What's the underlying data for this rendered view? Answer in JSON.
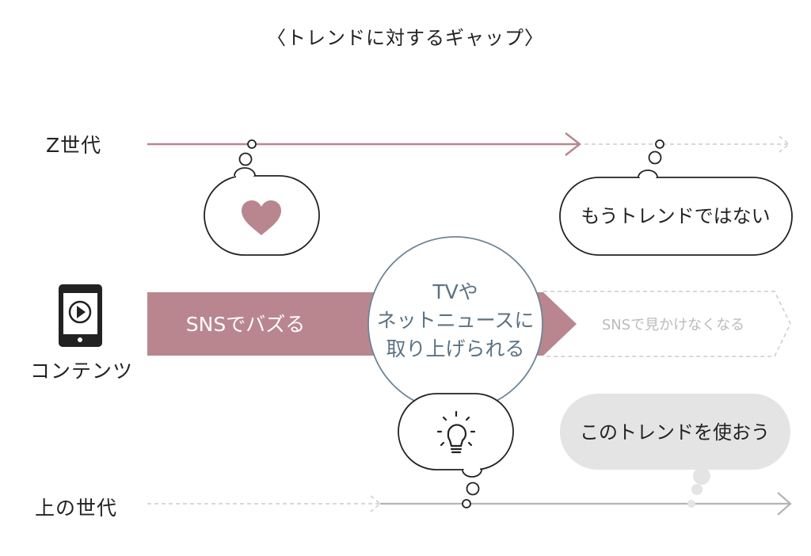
{
  "title": "〈トレンドに対するギャップ〉",
  "rows": {
    "gen_z": "Z世代",
    "contents": "コンテンツ",
    "older": "上の世代"
  },
  "contents_flow": {
    "stage1": "SNSでバズる",
    "stage2": [
      "TVや",
      "ネットニュースに",
      "取り上げられる"
    ],
    "stage3": "SNSで見かけなくなる"
  },
  "bubbles": {
    "gen_z_early_icon": "heart-icon",
    "gen_z_late": "もうトレンドではない",
    "older_early_icon": "lightbulb-icon",
    "older_late": "このトレンドを使おう"
  },
  "colors": {
    "accent": "#b98690",
    "line_gray": "#b4b4b4",
    "dashed_gray": "#cccccc",
    "circle_border": "#6f8596",
    "bubble_gray_fill": "#e4e4e4"
  }
}
